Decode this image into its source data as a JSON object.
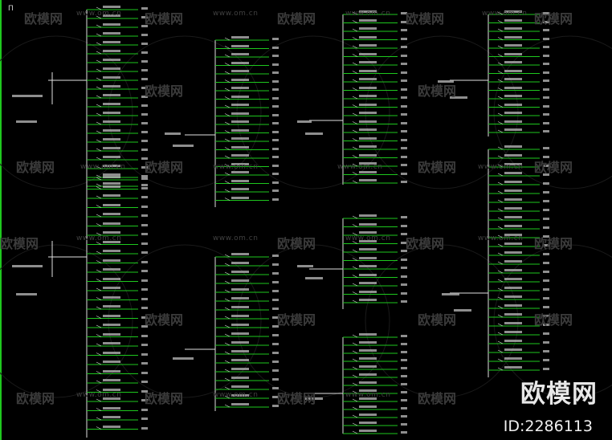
{
  "watermark": {
    "site": "www.om.cn",
    "logo_text": "欧模网",
    "brand": "欧模网",
    "id_label": "ID:2286113"
  },
  "corner_mark": "П",
  "colors": {
    "background": "#000000",
    "feeder_line": "#1ec81e",
    "text": "#e9e9e9",
    "watermark": "#3b3b3b"
  }
}
